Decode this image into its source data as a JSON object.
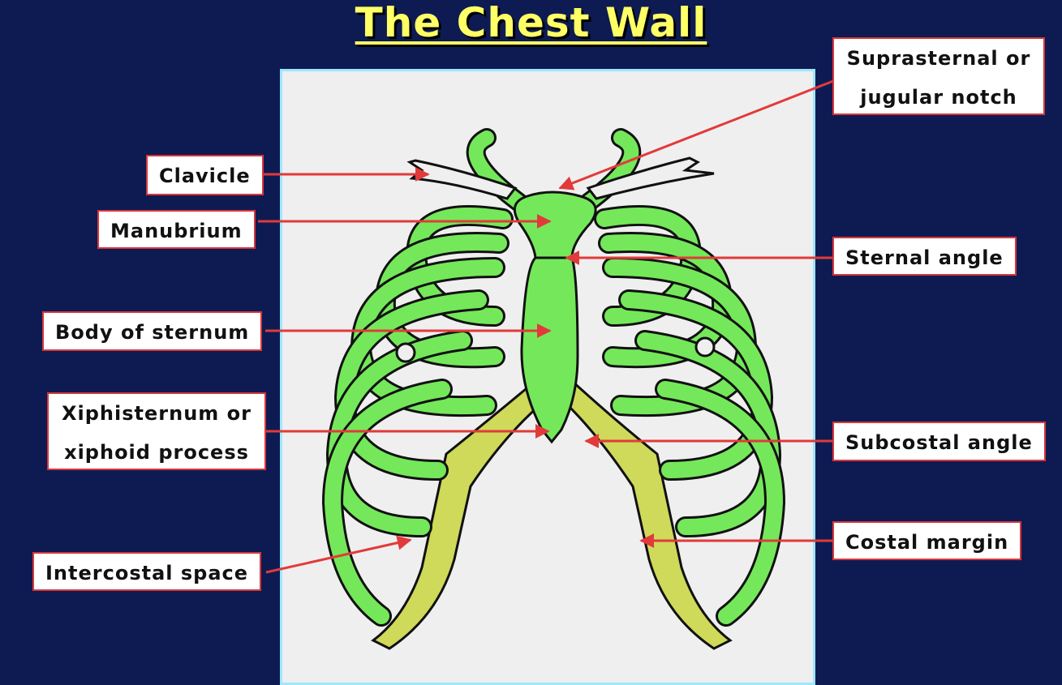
{
  "title": "The Chest Wall",
  "labels": {
    "clavicle": "Clavicle",
    "manubrium": "Manubrium",
    "body_of_sternum": "Body of sternum",
    "xiphisternum_1": "Xiphisternum or",
    "xiphisternum_2": "xiphoid process",
    "intercostal_space": "Intercostal space",
    "suprasternal_1": "Suprasternal or",
    "suprasternal_2": "jugular notch",
    "sternal_angle": "Sternal angle",
    "subcostal_angle": "Subcostal angle",
    "costal_margin": "Costal margin"
  },
  "colors": {
    "background": "#0e1b52",
    "title": "#ffff66",
    "bone": "#74e85a",
    "cartilage": "#cfd95a",
    "label_border": "#d8363a",
    "arrow": "#e23a3a"
  }
}
